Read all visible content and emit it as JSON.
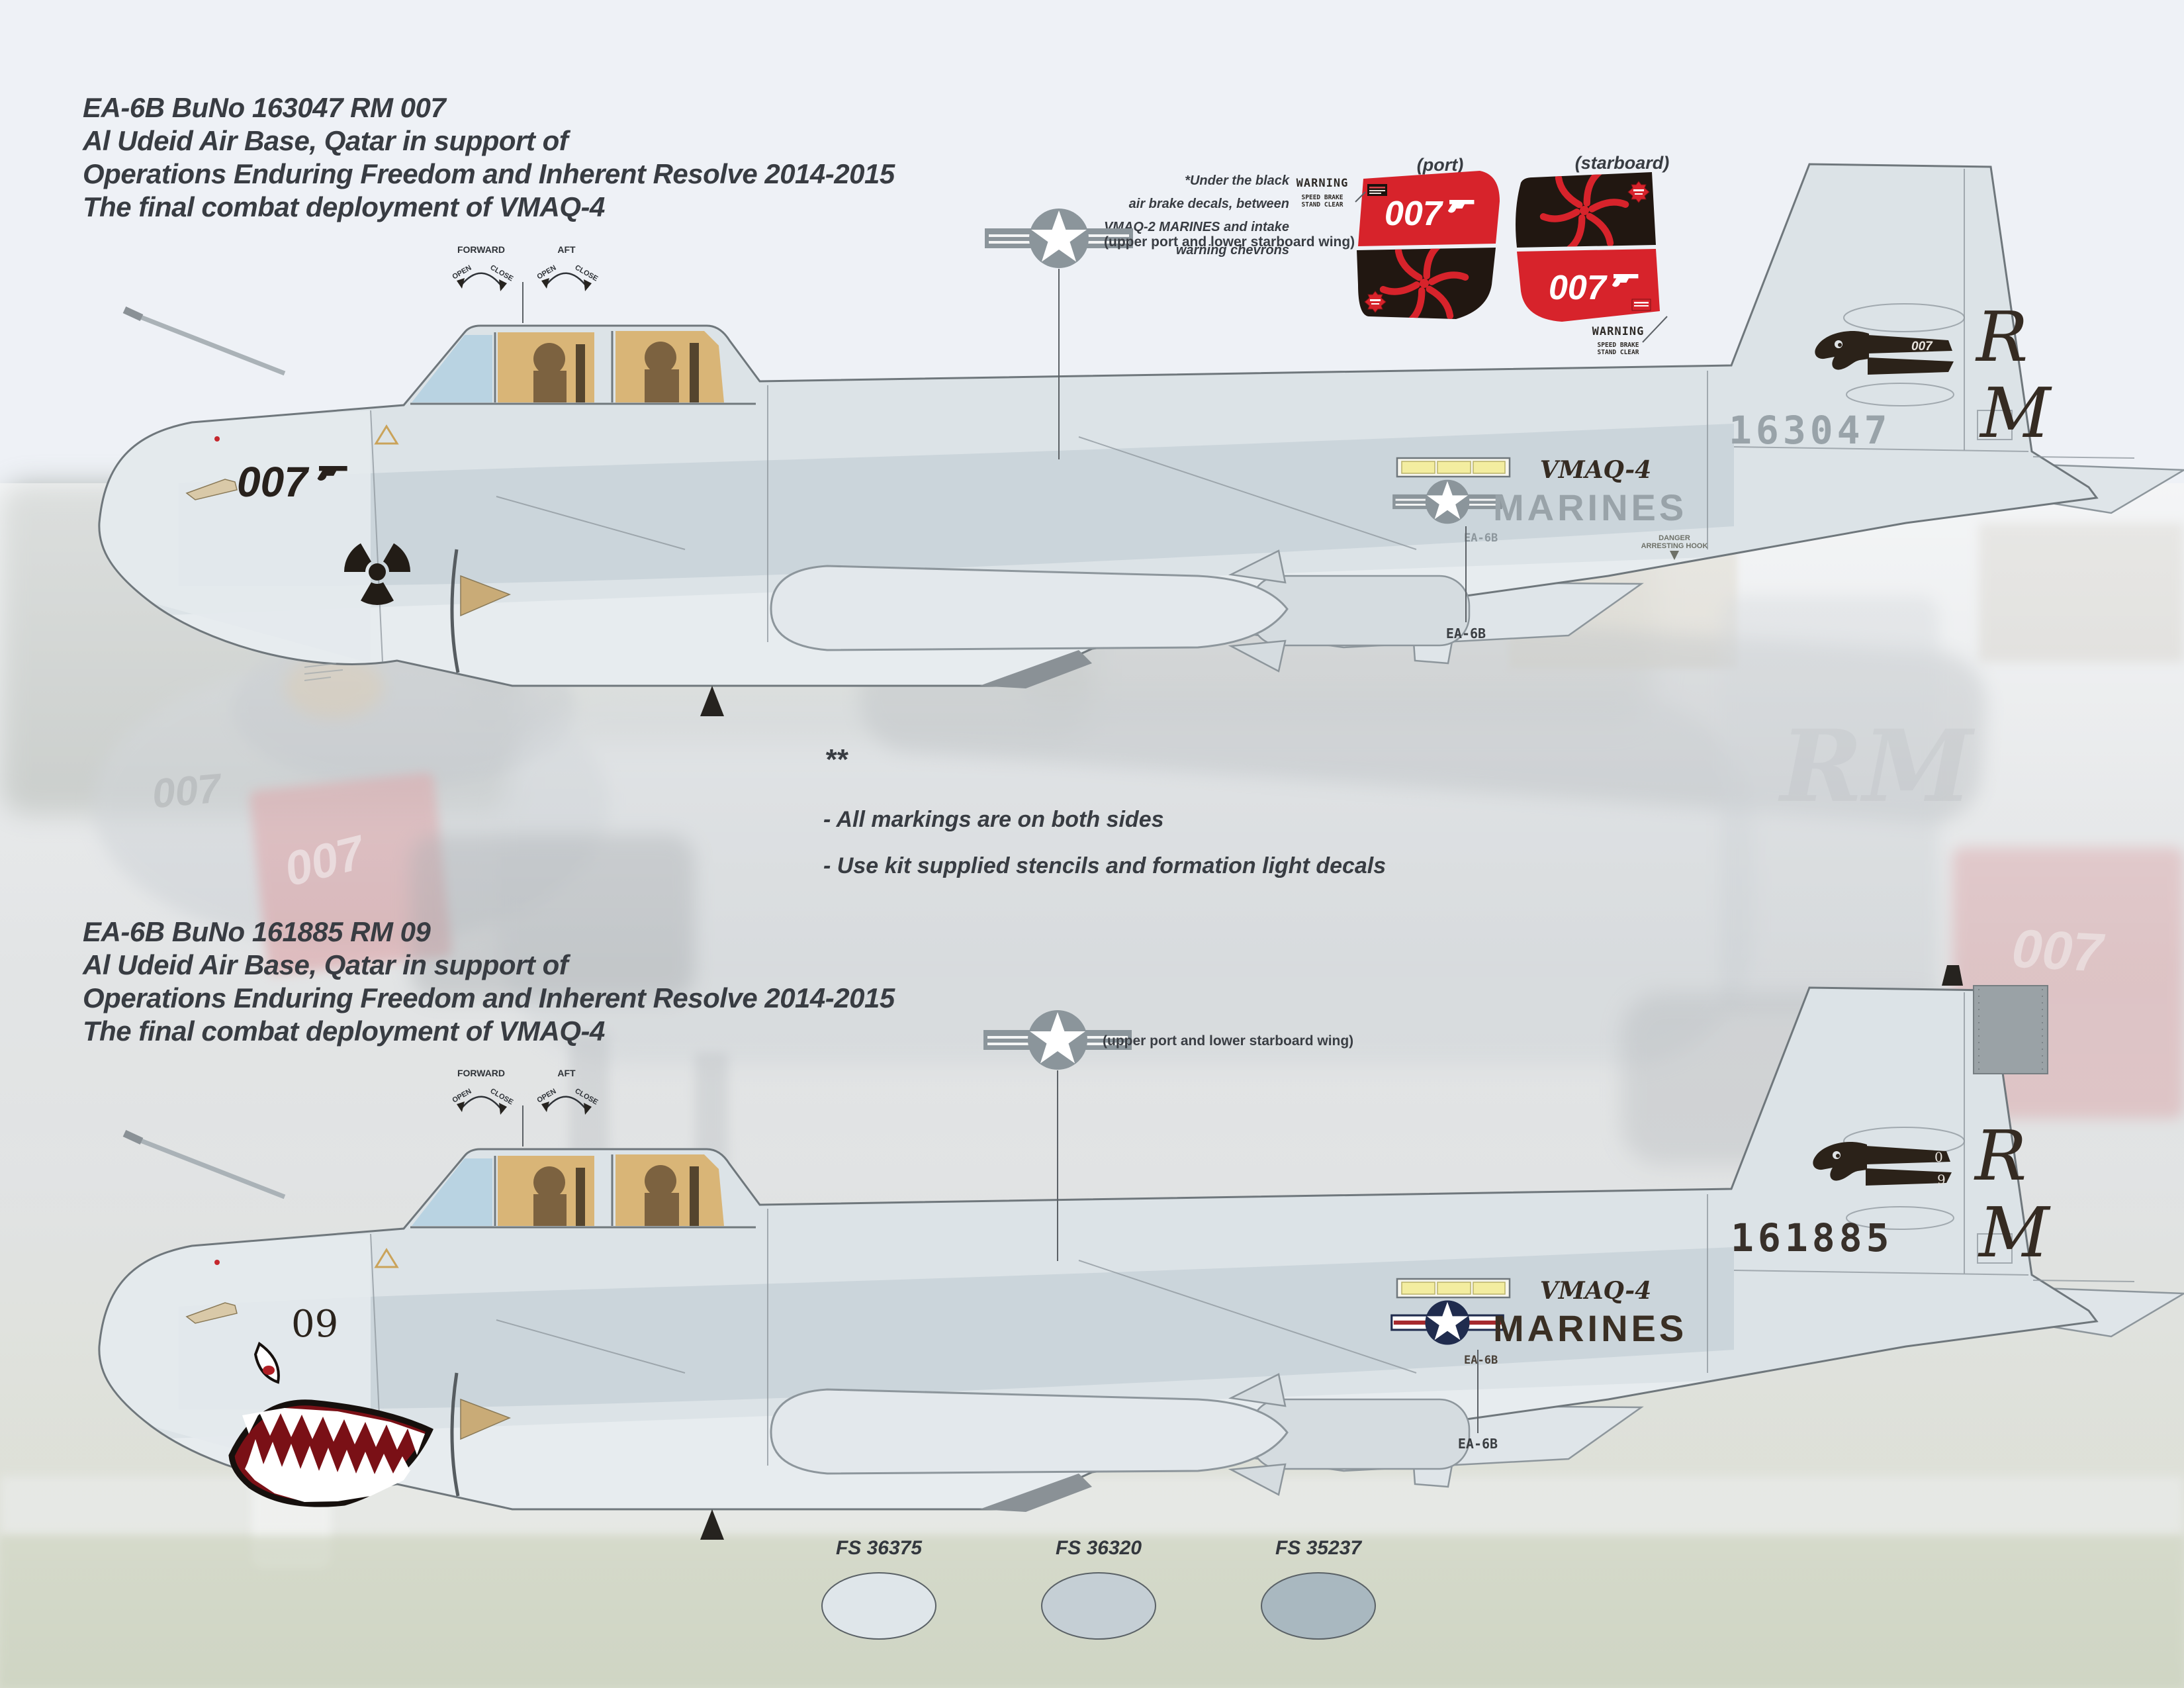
{
  "colors": {
    "ink": "#383c42",
    "accent_red": "#d7232b",
    "decal_black": "#211711",
    "lowvis": "#99a3a9",
    "dark": "#352b22",
    "yellow": "#f3eda0",
    "insignia_blue": "#202c4e",
    "insignia_red": "#a62a2e"
  },
  "header1": {
    "lines": [
      "EA-6B BuNo 163047 RM 007",
      "Al Udeid Air Base, Qatar in support of",
      "Operations Enduring Freedom and Inherent Resolve 2014-2015",
      "The final combat deployment of VMAQ-4"
    ]
  },
  "header2": {
    "lines": [
      "EA-6B BuNo 161885 RM 09",
      "Al Udeid Air Base, Qatar in support of",
      "Operations Enduring Freedom and Inherent Resolve 2014-2015",
      "The final combat deployment of VMAQ-4"
    ]
  },
  "decal_note": {
    "lines": [
      "*Under the black",
      "air brake decals, between",
      "VMAQ-2 MARINES and intake",
      "warning chevrons"
    ]
  },
  "decal_labels": {
    "port": "(port)",
    "starboard": "(starboard)"
  },
  "decal_text": "007",
  "warning": {
    "title": "WARNING",
    "line1": "SPEED BRAKE",
    "line2": "STAND CLEAR"
  },
  "wing_note": "(upper port and lower starboard wing)",
  "canopy": {
    "forward": "FORWARD",
    "aft": "AFT",
    "open": "OPEN",
    "close": "CLOSE"
  },
  "notes": {
    "mark": "**",
    "line1": "- All markings are on both sides",
    "line2": "- Use kit supplied stencils and formation light decals"
  },
  "plane1": {
    "modex": "007",
    "buno": "163047",
    "tail_r": "R",
    "tail_m": "M",
    "eagle_text": "007",
    "squadron": "VMAQ-4",
    "service": "MARINES",
    "type_small": "EA-6B",
    "type_callout": "EA-6B",
    "hook_warning_1": "DANGER",
    "hook_warning_2": "ARRESTING HOOK"
  },
  "plane2": {
    "modex": "09",
    "buno": "161885",
    "tail_r": "R",
    "tail_m": "M",
    "eagle_num_top": "0",
    "eagle_num_bottom": "9",
    "squadron": "VMAQ-4",
    "service": "MARINES",
    "type_small": "EA-6B",
    "type_callout": "EA-6B"
  },
  "photo": {
    "nose_text": "007",
    "brake_text": "007",
    "fin_text": "RM",
    "tail_text": "007"
  },
  "swatches": [
    {
      "label": "FS 36375",
      "color": "#dfe6ea"
    },
    {
      "label": "FS 36320",
      "color": "#c5cfd5"
    },
    {
      "label": "FS 35237",
      "color": "#a9b8c0"
    }
  ]
}
